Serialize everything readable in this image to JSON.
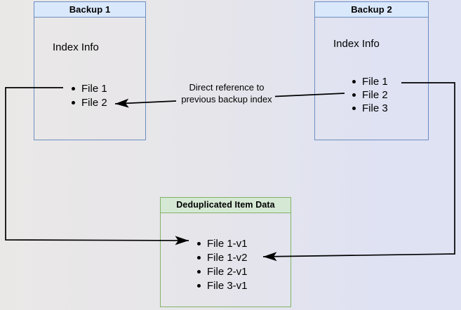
{
  "diagram": {
    "backup1": {
      "title": "Backup 1",
      "subtitle": "Index Info",
      "files": [
        "File 1",
        "File 2"
      ]
    },
    "backup2": {
      "title": "Backup 2",
      "subtitle": "Index Info",
      "files": [
        "File 1",
        "File 2",
        "File 3"
      ]
    },
    "dedup": {
      "title": "Deduplicated Item Data",
      "files": [
        "File 1-v1",
        "File 1-v2",
        "File 2-v1",
        "File 3-v1"
      ]
    },
    "edge_label": {
      "line1": "Direct reference to",
      "line2": "previous backup index"
    }
  },
  "colors": {
    "blue_fill": "#dae8fc",
    "blue_border": "#6c8ebf",
    "green_fill": "#d5e8d4",
    "green_border": "#82b366",
    "line": "#000000",
    "bg_left": "#eae8e7",
    "bg_right": "#dfe2f3"
  }
}
